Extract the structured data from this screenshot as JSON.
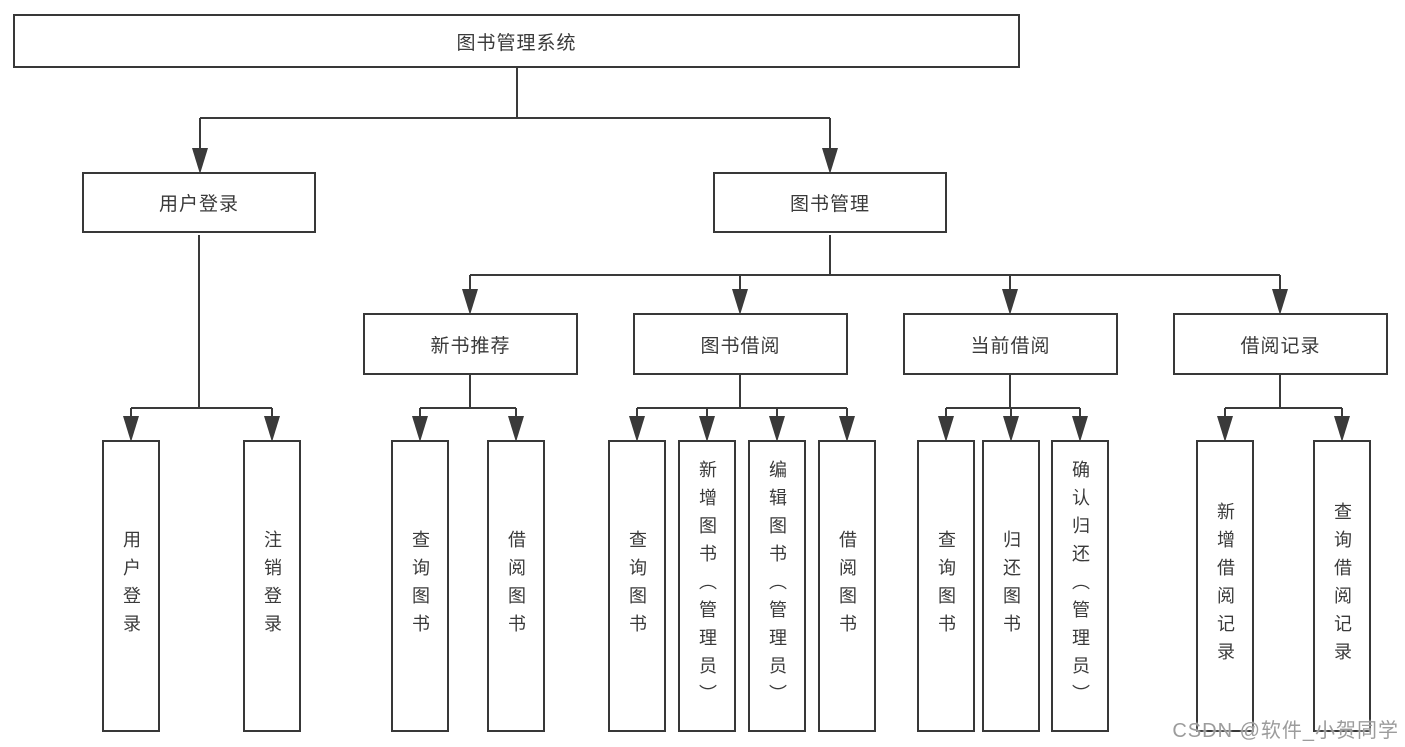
{
  "title": "图书管理系统",
  "level1": [
    "用户登录",
    "图书管理"
  ],
  "level2": [
    "新书推荐",
    "图书借阅",
    "当前借阅",
    "借阅记录"
  ],
  "leaves": {
    "user_login": [
      "用户登录",
      "注销登录"
    ],
    "new_books": [
      "查询图书",
      "借阅图书"
    ],
    "book_borrow": [
      "查询图书",
      "新增图书（管理员）",
      "编辑图书（管理员）",
      "借阅图书"
    ],
    "current_borrow": [
      "查询图书",
      "归还图书",
      "确认归还（管理员）"
    ],
    "borrow_records": [
      "新增借阅记录",
      "查询借阅记录"
    ]
  },
  "watermark": "CSDN @软件_小贺同学",
  "colors": {
    "line": "#3a3a3a",
    "box_border": "#383838",
    "text": "#3a3a3a",
    "watermark": "#9c9c9c",
    "background": "#ffffff"
  }
}
